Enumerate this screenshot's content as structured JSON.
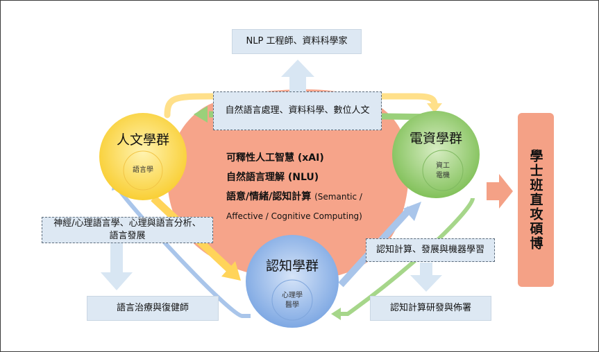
{
  "top_box": "NLP 工程師、資料科學家",
  "center_box": "自然語言處理、資料科學、數位人文",
  "left_box_line1": "神經/心理語言學、心理與語言分析、",
  "left_box_line2": "語言發展",
  "right_box": "認知計算、發展與機器學習",
  "bottom_left_box": "語言治療與復健師",
  "bottom_right_box": "認知計算研發與佈署",
  "humanities": {
    "title": "人文學群",
    "inner": "語言學"
  },
  "eecs": {
    "title": "電資學群",
    "inner_line1": "資工",
    "inner_line2": "電機"
  },
  "cognitive": {
    "title": "認知學群",
    "inner_line1": "心理學",
    "inner_line2": "醫學"
  },
  "center_lines": {
    "line1": "可釋性人工智慧 (xAI)",
    "line2": "自然語言理解 (NLU)",
    "line3_bold": "語意/情緒/認知計算 ",
    "line3_rest": "(Semantic /",
    "line4": "Affective / Cognitive Computing)"
  },
  "vertical_label": "學士班直攻碩博",
  "colors": {
    "box_fill": "#dde8f3",
    "humanities": "#fbd54a",
    "eecs": "#8fc96a",
    "cognitive": "#8eb3e6",
    "center_blob": "#f6a48a",
    "vertical_bar": "#f4a186"
  }
}
